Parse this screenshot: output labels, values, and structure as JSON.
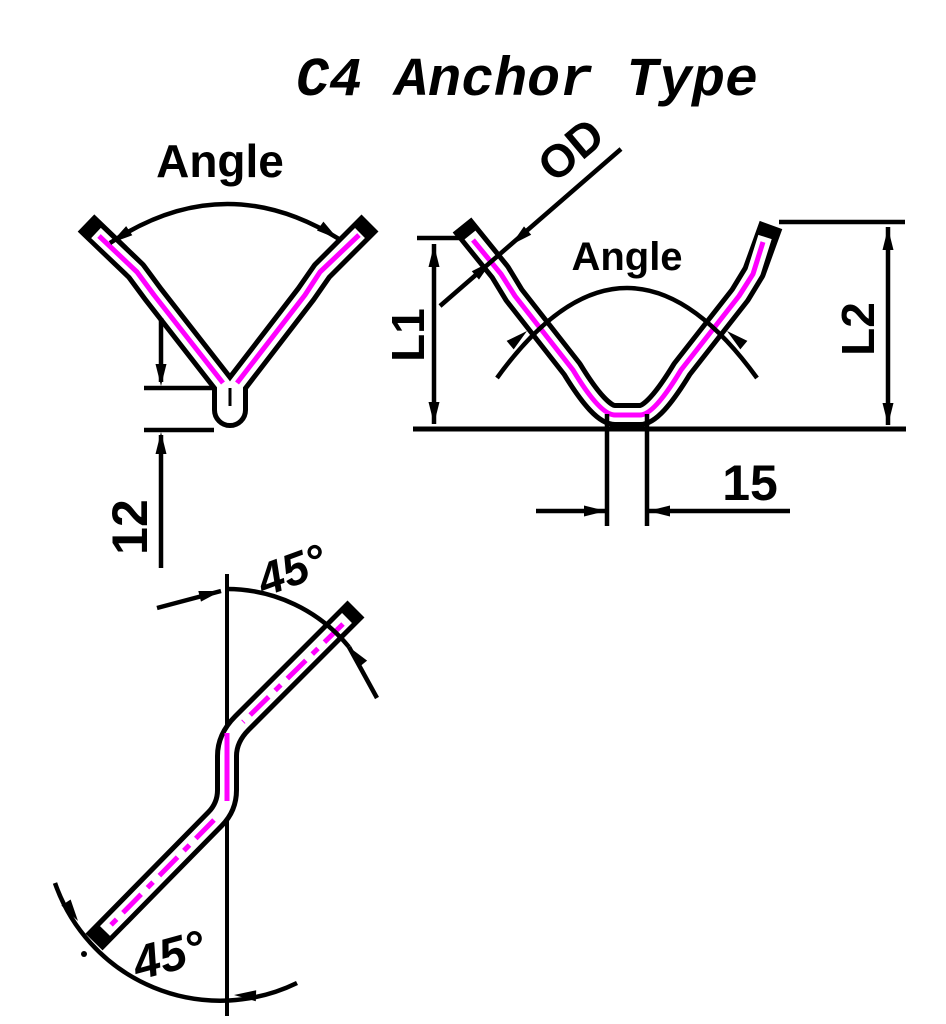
{
  "title": "C4 Anchor Type",
  "colors": {
    "line": "#000000",
    "centerline": "#FF00FF",
    "background": "#FFFFFF"
  },
  "front_view": {
    "angle_label": "Angle",
    "hook_depth_label": "12"
  },
  "dimension_view": {
    "angle_label": "Angle",
    "od_label": "OD",
    "left_length_label": "L1",
    "right_length_label": "L2",
    "base_width_label": "15"
  },
  "side_view": {
    "upper_angle_label": "45°",
    "lower_angle_label": "45°"
  }
}
